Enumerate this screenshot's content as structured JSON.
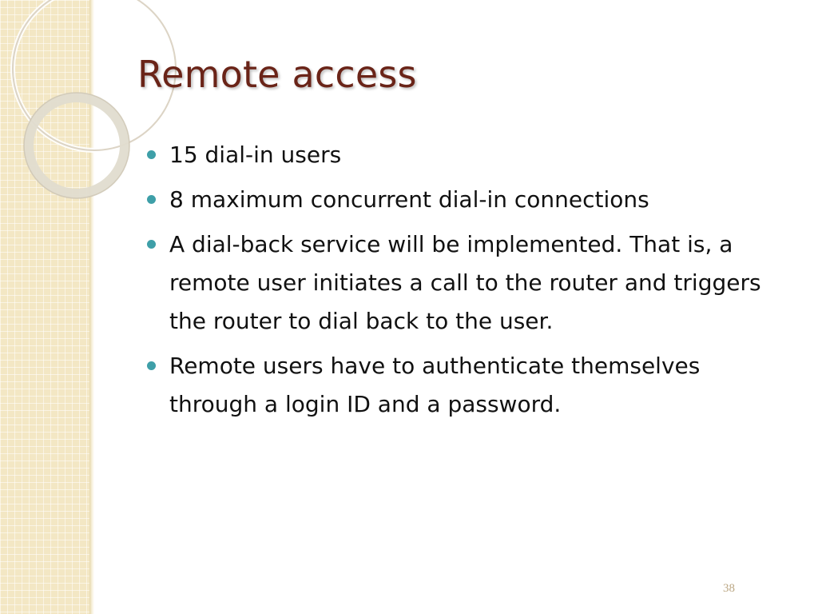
{
  "slide": {
    "title": "Remote access",
    "bullets": [
      "15 dial-in users",
      "8 maximum concurrent dial-in connections",
      "A dial-back service will be implemented. That is, a remote user initiates a call to the router and triggers the router to dial back to the user.",
      "Remote users have to authenticate themselves through a login ID and a password."
    ],
    "page_number": "38"
  },
  "colors": {
    "title": "#6a2418",
    "bullet_marker": "#3e9fa8",
    "band": "#f3e7c4",
    "page_number": "#bba784"
  }
}
